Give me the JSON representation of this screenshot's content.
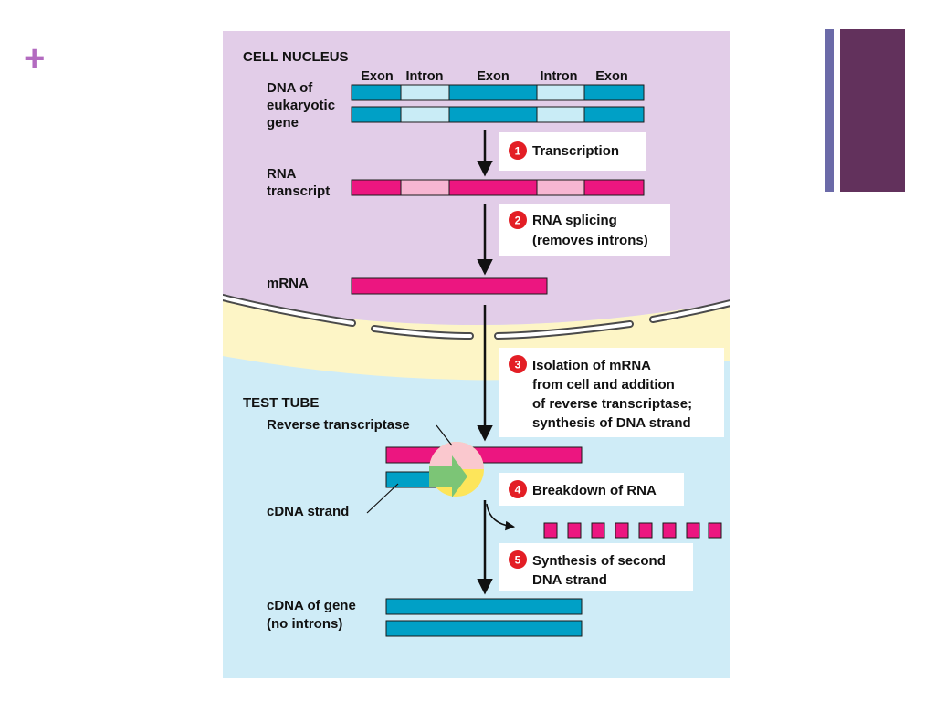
{
  "slide": {
    "plus_symbol": "+",
    "colors": {
      "plus": "#b36bc0",
      "deco_thin": "#6b6aa8",
      "deco_wide": "#62315c"
    }
  },
  "diagram": {
    "colors": {
      "nucleus": "#e2cde8",
      "cytoplasm": "#fdf5c6",
      "test_tube": "#cfecf7",
      "exon_dna": "#00a0c6",
      "intron_dna": "#c9ecf6",
      "exon_rna": "#ec1680",
      "intron_rna": "#f7b6d2",
      "step_circle": "#e31e25",
      "enzyme_yellow": "#fde55a",
      "enzyme_pink": "#f9c4da",
      "enzyme_arrow": "#7cc576"
    },
    "regions": {
      "nucleus_label": "CELL NUCLEUS",
      "test_tube_label": "TEST TUBE"
    },
    "gene_header": {
      "exon_1": "Exon",
      "intron_1": "Intron",
      "exon_2": "Exon",
      "intron_2": "Intron",
      "exon_3": "Exon"
    },
    "labels": {
      "dna_line1": "DNA of",
      "dna_line2": "eukaryotic",
      "dna_line3": "gene",
      "rna_line1": "RNA",
      "rna_line2": "transcript",
      "mrna": "mRNA",
      "reverse_transcriptase": "Reverse transcriptase",
      "cdna_strand": "cDNA strand",
      "cdna_gene_line1": "cDNA of gene",
      "cdna_gene_line2": "(no introns)"
    },
    "steps": [
      {
        "number": "1",
        "lines": [
          "Transcription"
        ]
      },
      {
        "number": "2",
        "lines": [
          "RNA splicing",
          "(removes introns)"
        ]
      },
      {
        "number": "3",
        "lines": [
          "Isolation of mRNA",
          "from cell and addition",
          "of reverse transcriptase;",
          "synthesis of DNA strand"
        ]
      },
      {
        "number": "4",
        "lines": [
          "Breakdown of RNA"
        ]
      },
      {
        "number": "5",
        "lines": [
          "Synthesis of second",
          "DNA strand"
        ]
      }
    ]
  }
}
